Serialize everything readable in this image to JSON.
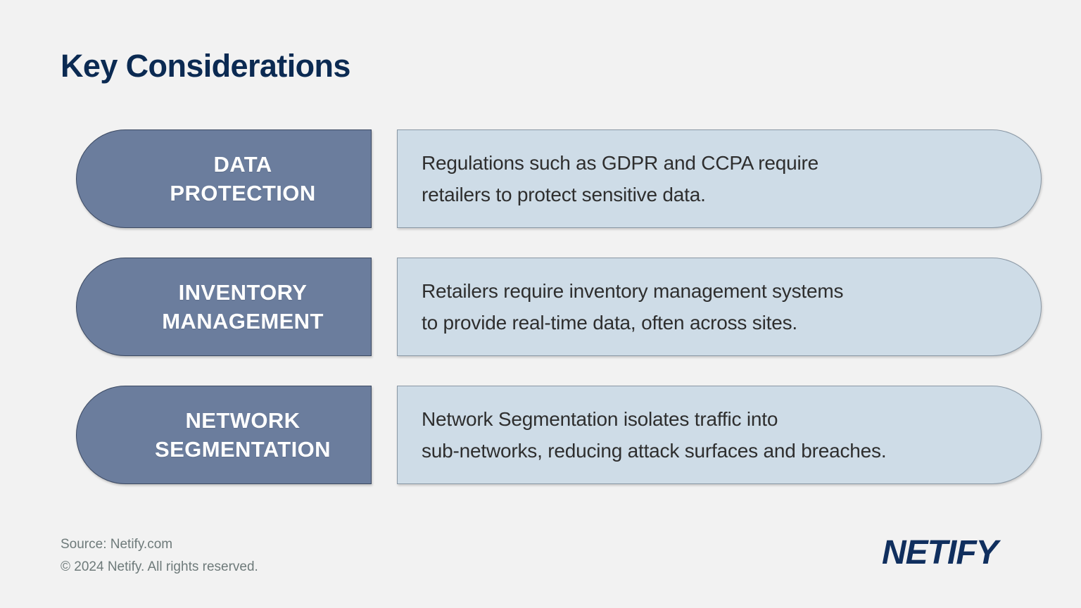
{
  "page": {
    "title": "Key Considerations",
    "background_color": "#f2f2f2",
    "title_color": "#0b2a52"
  },
  "theme": {
    "label_pill_fill": "#6b7d9d",
    "label_pill_border": "#3c4a63",
    "label_text_color": "#ffffff",
    "desc_panel_fill": "#cedce7",
    "desc_panel_border": "#8a98a5",
    "desc_text_color": "#2e2e2e",
    "footer_text_color": "#6e7a7a",
    "brand_color": "#102f5e"
  },
  "considerations": [
    {
      "label": "DATA\nPROTECTION",
      "description": "Regulations such as GDPR and CCPA require\nretailers to protect sensitive data."
    },
    {
      "label": "INVENTORY\nMANAGEMENT",
      "description": "Retailers require inventory management systems\nto provide real-time data, often across sites."
    },
    {
      "label": "NETWORK\nSEGMENTATION",
      "description": "Network Segmentation isolates traffic into\nsub-networks,  reducing attack surfaces and breaches."
    }
  ],
  "footer": {
    "source": "Source: Netify.com",
    "copyright": "© 2024 Netify. All rights reserved.",
    "brand": "NETIFY"
  }
}
